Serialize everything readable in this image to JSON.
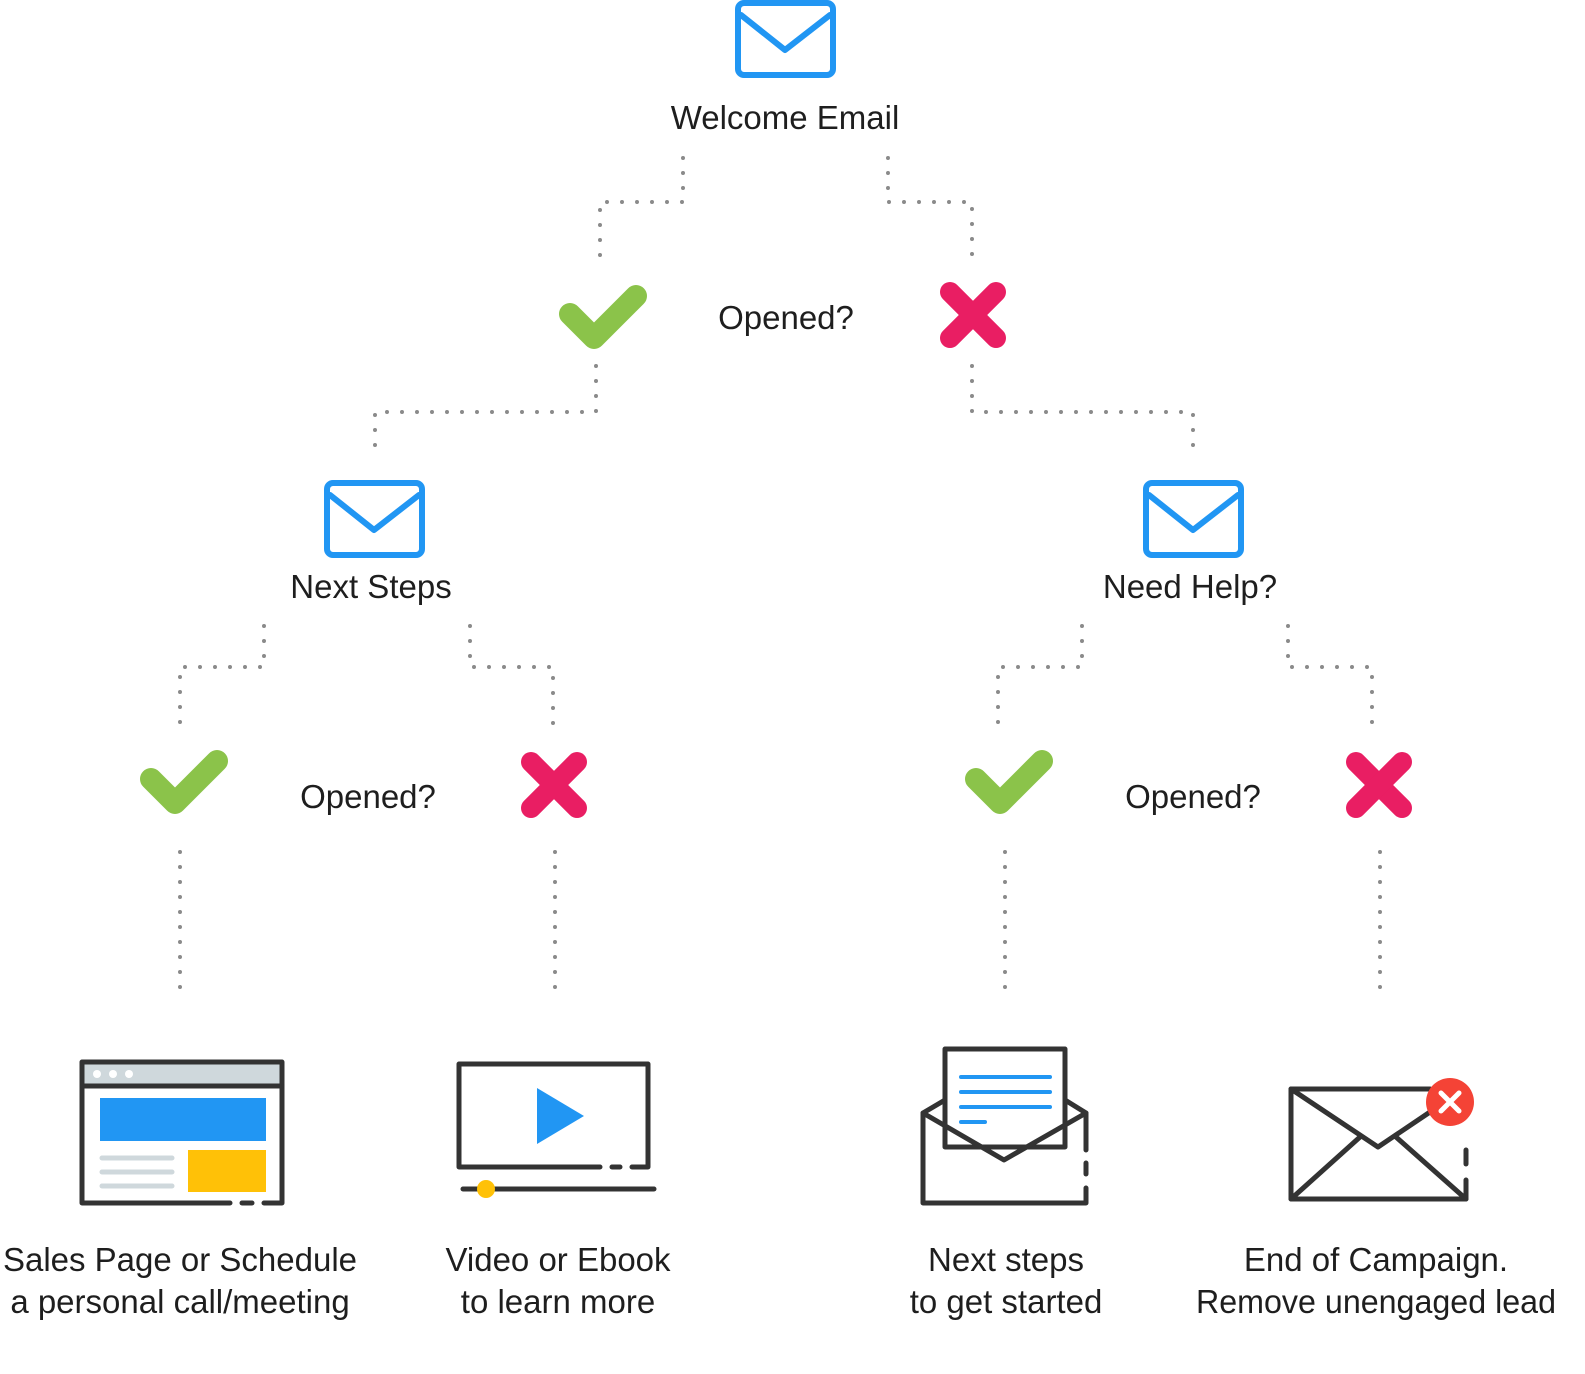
{
  "nodes": {
    "welcome": {
      "label": "Welcome Email"
    },
    "next_steps": {
      "label": "Next Steps"
    },
    "need_help": {
      "label": "Need Help?"
    }
  },
  "questions": {
    "top": "Opened?",
    "left": "Opened?",
    "right": "Opened?"
  },
  "outcomes": {
    "sales": {
      "line1": "Sales Page or Schedule",
      "line2": "a personal call/meeting"
    },
    "video": {
      "line1": "Video or Ebook",
      "line2": "to learn more"
    },
    "next": {
      "line1": "Next steps",
      "line2": "to get started"
    },
    "end": {
      "line1": "End of Campaign.",
      "line2": "Remove unengaged lead"
    }
  },
  "colors": {
    "email_icon": "#2196f3",
    "yes": "#8bc34a",
    "no": "#e91e63",
    "connector": "#8a8a8a",
    "accent_yellow": "#ffc107",
    "close_badge": "#f44336"
  },
  "icons": {
    "email": "envelope-icon",
    "yes": "checkmark-icon",
    "no": "cross-icon",
    "sales": "browser-window-icon",
    "video": "video-player-icon",
    "next": "open-envelope-letter-icon",
    "end": "envelope-close-icon"
  }
}
